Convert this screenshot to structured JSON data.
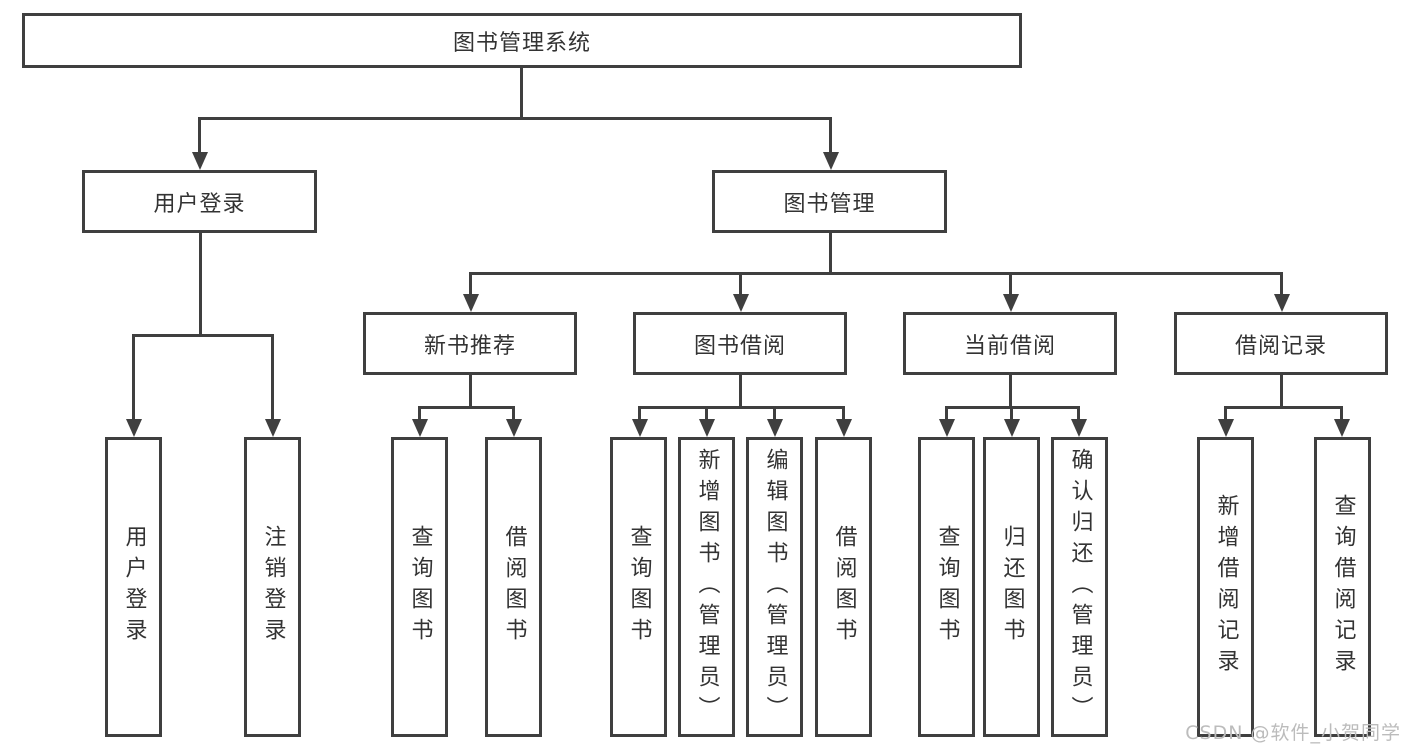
{
  "colors": {
    "line": "#3f3f3f",
    "text": "#333333",
    "background": "#ffffff",
    "watermark": "#bcbcbc"
  },
  "diagram": {
    "root": {
      "label": "图书管理系统"
    },
    "user_login": {
      "label": "用户登录",
      "children": [
        {
          "label": "用户登录"
        },
        {
          "label": "注销登录"
        }
      ]
    },
    "book_mgmt": {
      "label": "图书管理",
      "sections": {
        "new_books": {
          "label": "新书推荐",
          "children": [
            {
              "label": "查询图书"
            },
            {
              "label": "借阅图书"
            }
          ]
        },
        "book_borrow": {
          "label": "图书借阅",
          "children": [
            {
              "label": "查询图书"
            },
            {
              "label": "新增图书（管理员）"
            },
            {
              "label": "编辑图书（管理员）"
            },
            {
              "label": "借阅图书"
            }
          ]
        },
        "current_borrow": {
          "label": "当前借阅",
          "children": [
            {
              "label": "查询图书"
            },
            {
              "label": "归还图书"
            },
            {
              "label": "确认归还（管理员）"
            }
          ]
        },
        "borrow_records": {
          "label": "借阅记录",
          "children": [
            {
              "label": "新增借阅记录"
            },
            {
              "label": "查询借阅记录"
            }
          ]
        }
      }
    }
  },
  "watermark": {
    "text": "CSDN @软件_小贺同学"
  }
}
